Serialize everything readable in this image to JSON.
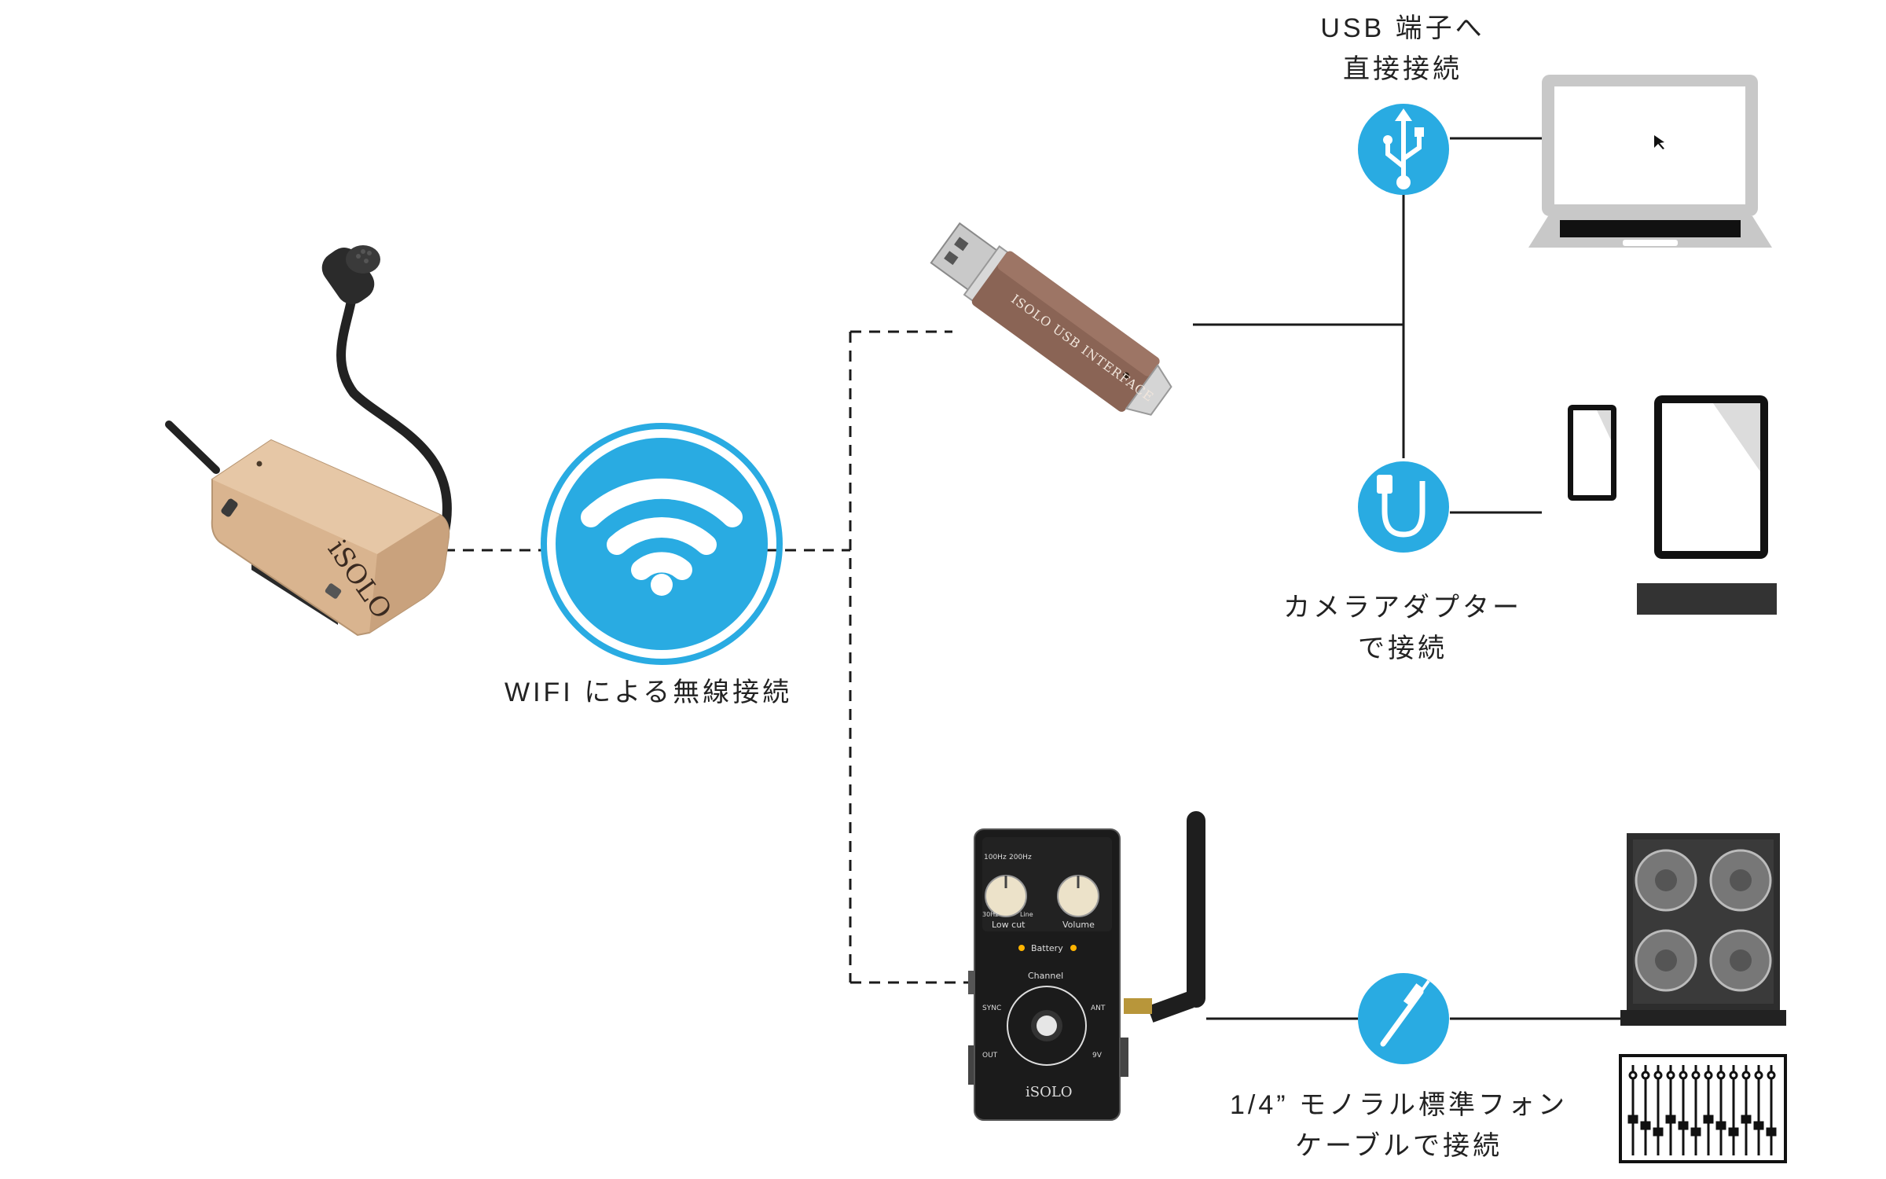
{
  "captions": {
    "wifi": "WIFI による無線接続",
    "usb_line1": "USB 端子へ",
    "usb_line2": "直接接続",
    "camera_line1": "カメラアダプター",
    "camera_line2": "で接続",
    "phone_line1": "1/4” モノラル標準フォン",
    "phone_line2": "ケーブルで接続"
  },
  "device_text": {
    "usb_stick": "ISOLO USB INTERFACE",
    "transmitter_logo": "iSOLO",
    "pedal_logo": "iSOLO",
    "pedal_lowcut": "Low cut",
    "pedal_volume": "Volume",
    "pedal_battery": "Battery",
    "pedal_channel": "Channel",
    "pedal_sync": "SYNC",
    "pedal_ant": "ANT",
    "pedal_out": "OUT",
    "pedal_9v": "9V",
    "pedal_100hz": "100Hz",
    "pedal_200hz": "200Hz",
    "pedal_30hz": "30Hz",
    "pedal_line": "Line"
  },
  "colors": {
    "accent_blue": "#29abe2",
    "line": "#1a1a1a",
    "transmitter_gold": "#d9b48f",
    "usb_brown": "#8a6455",
    "pedal_black": "#1b1b1b"
  },
  "icons": [
    "wifi-icon",
    "usb-icon",
    "adapter-icon",
    "jack-plug-icon"
  ]
}
